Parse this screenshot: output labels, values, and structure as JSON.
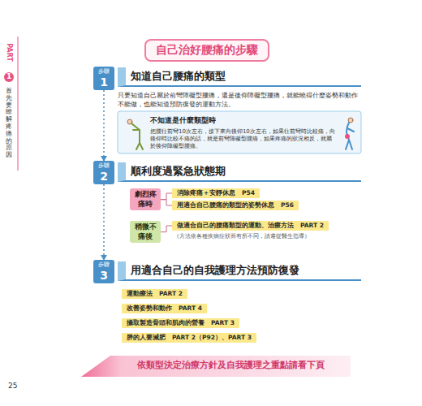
{
  "diagram": {
    "title": "自己治好腰痛的步驟",
    "nodes": [
      {
        "text": [
          "自己治好腰痛的步驟"
        ]
      },
      {
        "text": [
          "步驟",
          "1"
        ]
      },
      {
        "text": [
          "知道自己腰痛的類型",
          "只要知道自己屬於前彎障礙型腰痛，還是後仰障礙型腰痛，就能曉得什麼姿勢和動作不能做，也能知道預防復發的運動方法。"
        ]
      },
      {
        "text": [
          "不知道是什麼類型時",
          "把腰往前彎10次左右，接下來向後仰10次左右，如果往前彎時比較痛，向後仰時比較不痛的話，就是前彎障礙型腰痛，如果疼痛的狀況相反，就屬於後仰障礙型腰痛。"
        ]
      },
      {
        "text": [
          "步驟",
          "2"
        ]
      },
      {
        "text": [
          "順利度過緊急狀態期"
        ]
      },
      {
        "text": [
          "劇烈疼痛時"
        ]
      },
      {
        "text": [
          "消除疼痛＋安靜休息　P54"
        ]
      },
      {
        "text": [
          "用適合自己腰痛的類型的姿勢休息　P56"
        ]
      },
      {
        "text": [
          "稍微不痛後"
        ]
      },
      {
        "text": [
          "做適合自己的腰痛類型的運動、治療方法　PART 2"
        ]
      },
      {
        "text": [
          "步驟",
          "3"
        ]
      },
      {
        "text": [
          "用適合自己的自我護理方法預防復發"
        ]
      },
      {
        "text": [
          "運動療法　PART 2"
        ]
      },
      {
        "text": [
          "改善姿勢和動作　PART 4"
        ]
      },
      {
        "text": [
          "攝取製造骨頭和肌肉的營養　PART 3"
        ]
      },
      {
        "text": [
          "胖的人要減肥　PART 2（P92）、PART 3"
        ]
      },
      {
        "text": [
          "依類型決定治療方針及自我護理之重點請看下頁"
        ]
      }
    ],
    "edges": [
      {
        "from": 1,
        "to": 4,
        "arrow": "to"
      },
      {
        "from": 4,
        "to": 11,
        "arrow": "to"
      },
      {
        "from": 6,
        "to": 7,
        "arrow": "none"
      },
      {
        "from": 6,
        "to": 8,
        "arrow": "none"
      },
      {
        "from": 9,
        "to": 10,
        "arrow": "none"
      }
    ],
    "labels": [
      "PART",
      "1",
      "首先要瞭解疼痛的原因",
      "（方法依各種疾病症狀而有所不同，請遵從醫生指導）",
      "25"
    ]
  }
}
